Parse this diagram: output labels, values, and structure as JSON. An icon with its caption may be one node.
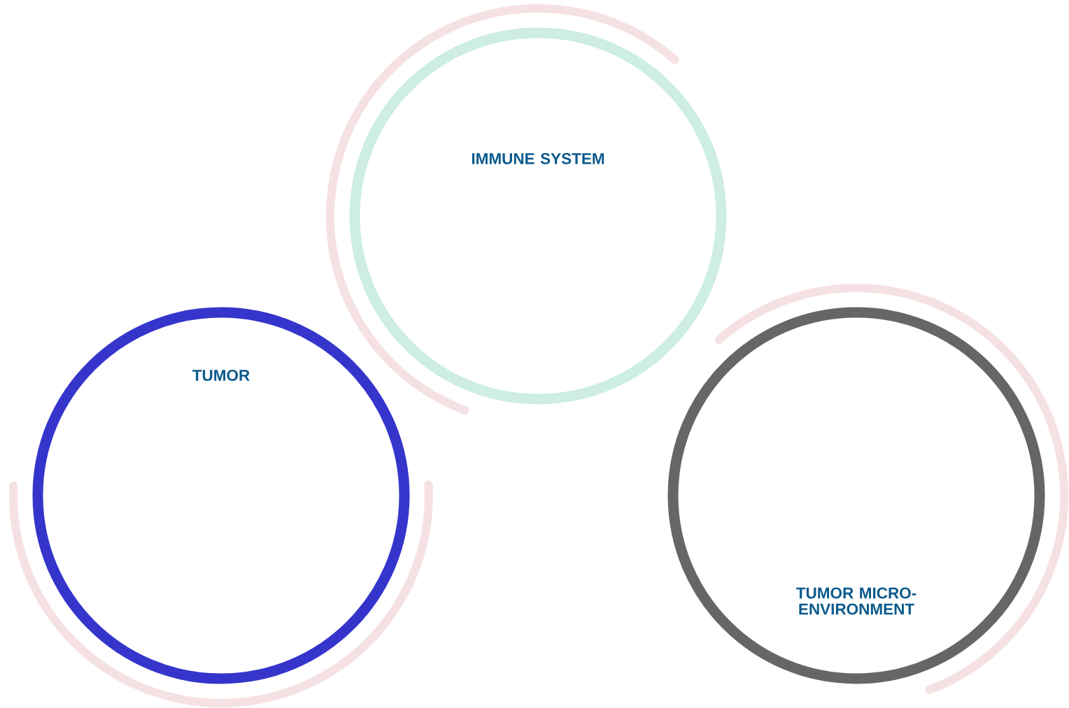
{
  "diagram": {
    "nodes": [
      {
        "text": [
          "IMMUNE SYSTEM"
        ]
      },
      {
        "text": [
          "TUMOR"
        ]
      },
      {
        "text": [
          "TUMOR MICRO- ENVIRONMENT"
        ]
      }
    ]
  }
}
